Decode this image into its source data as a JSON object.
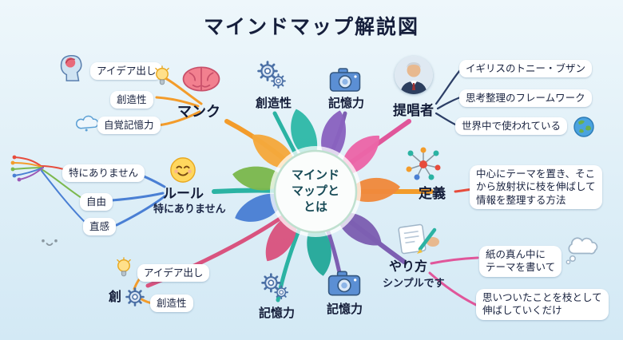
{
  "title": "マインドマップ解説図",
  "center": {
    "text": "マインド\nマップと\nとは"
  },
  "branches": {
    "merit": {
      "label": "マンク",
      "child1": "アイデア出し",
      "child2": "創造性",
      "child3": "自覚記憶力"
    },
    "creativity_top": {
      "label": "創造性"
    },
    "memory_top": {
      "label": "記憶力"
    },
    "proposer": {
      "label": "提唱者",
      "child1": "イギリスのトニー・ブザン",
      "child2": "思考整理のフレームワーク",
      "child3": "世界中で使われている"
    },
    "rules": {
      "label": "ルール",
      "sublabel": "特にありません",
      "child1": "特にありません",
      "child2": "自由",
      "child3": "直感"
    },
    "definition": {
      "label": "定義",
      "description": "中心にテーマを置き、そこ\nから放射状に枝を伸ばして\n情報を整理する方法"
    },
    "idea_bottom": {
      "label": "創",
      "child1": "アイデア出し",
      "child2": "創造性"
    },
    "memory_bottom_left": {
      "label": "記憶力"
    },
    "memory_bottom_right": {
      "label": "記憶力"
    },
    "how": {
      "label": "やり方",
      "sublabel": "シンプルです",
      "child1": "紙の真ん中に\nテーマを書いて",
      "child2": "思いついたことを枝として\n伸ばしていくだけ"
    }
  },
  "icons": {
    "head_brain": "brain-in-head-icon",
    "brain": "brain-icon",
    "lightbulb": "lightbulb-icon",
    "gears": "gears-icon",
    "camera": "camera-icon",
    "portrait": "portrait-icon",
    "smiley": "smiley-icon",
    "fiber": "fiber-strands-icon",
    "network": "network-icon",
    "writing_hand": "writing-hand-icon",
    "globe": "globe-icon",
    "cloud": "cloud-icon",
    "thought_bubble": "thought-bubble-icon",
    "tiny_face": "tiny-face-icon"
  },
  "colors": {
    "orange": "#f39c2b",
    "teal": "#2bb3a3",
    "purple": "#7d5fb2",
    "pink": "#e0569a",
    "magenta": "#d9537f",
    "blue": "#4a7fd4",
    "green": "#7cb84e",
    "red": "#e74c3c",
    "navy": "#2c3e66",
    "background": "#ddeef7"
  }
}
